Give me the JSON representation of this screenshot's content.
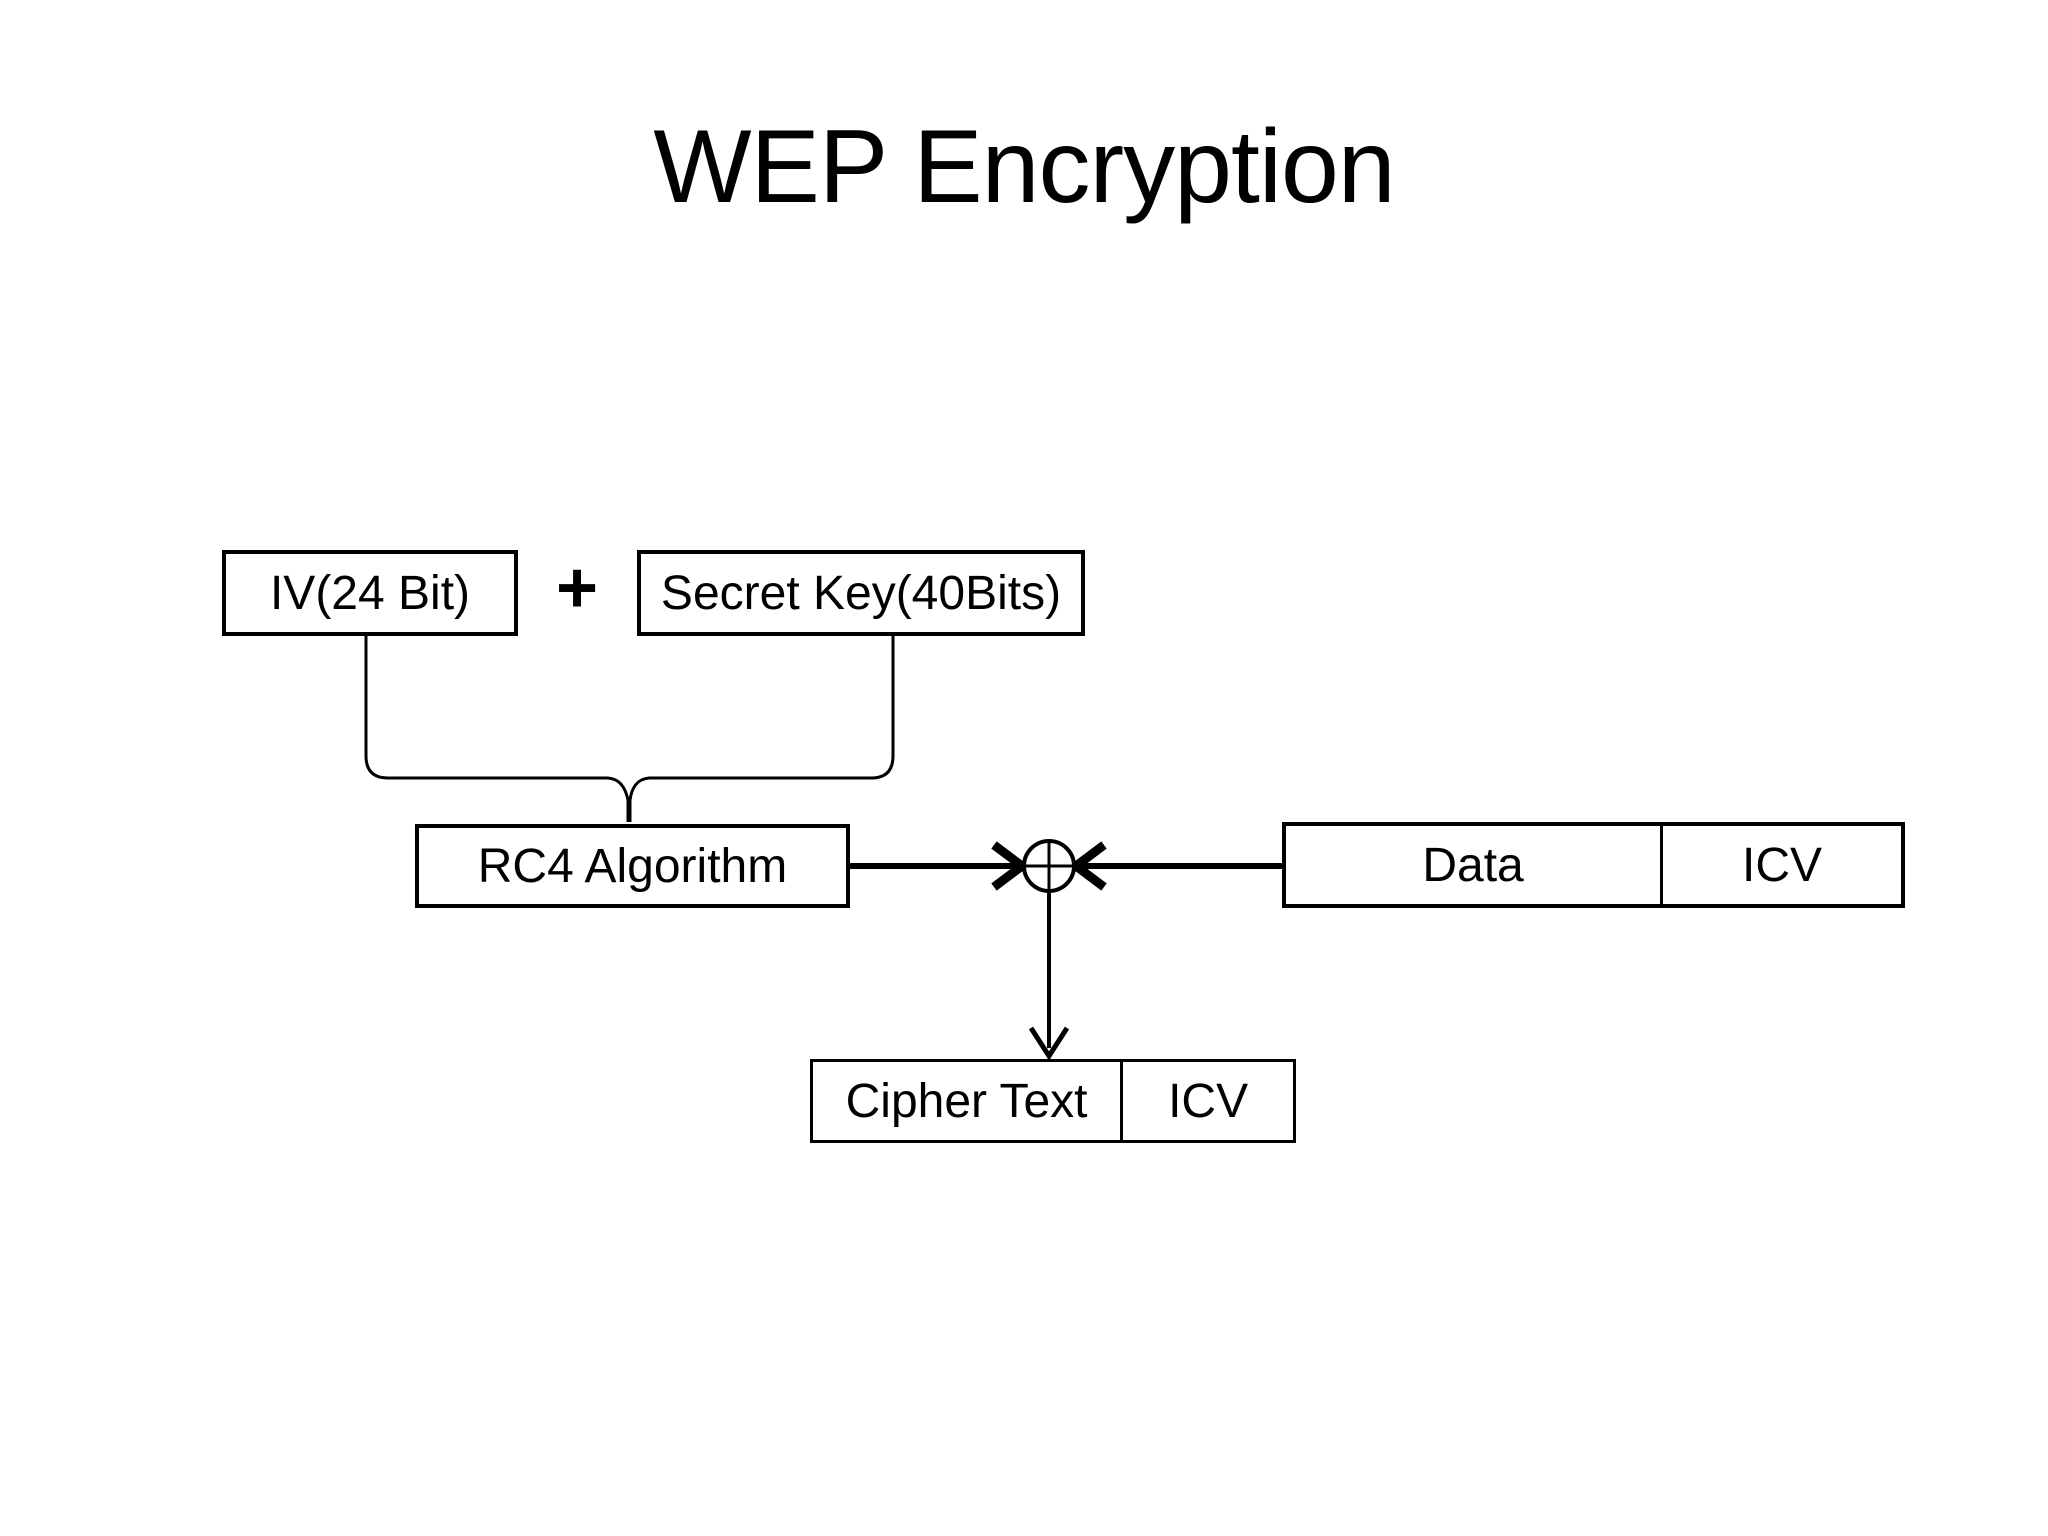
{
  "slide": {
    "title": "WEP Encryption",
    "background_color": "#ffffff",
    "ink_color": "#000000"
  },
  "diagram": {
    "iv_box": {
      "label": "IV(24 Bit)"
    },
    "plus_sign": "+",
    "secret_box": {
      "label": "Secret Key(40Bits)"
    },
    "rc4_box": {
      "label": "RC4 Algorithm"
    },
    "data_box": {
      "cells": [
        "Data",
        "ICV"
      ]
    },
    "cipher_box": {
      "cells": [
        "Cipher Text",
        "ICV"
      ]
    },
    "icons": {
      "xor": "xor-circle-plus",
      "arrows": [
        "rc4-to-xor-right-arrow",
        "data-to-xor-left-arrow",
        "xor-to-cipher-down-arrow"
      ],
      "brace": "merge-brace-funnel"
    }
  }
}
